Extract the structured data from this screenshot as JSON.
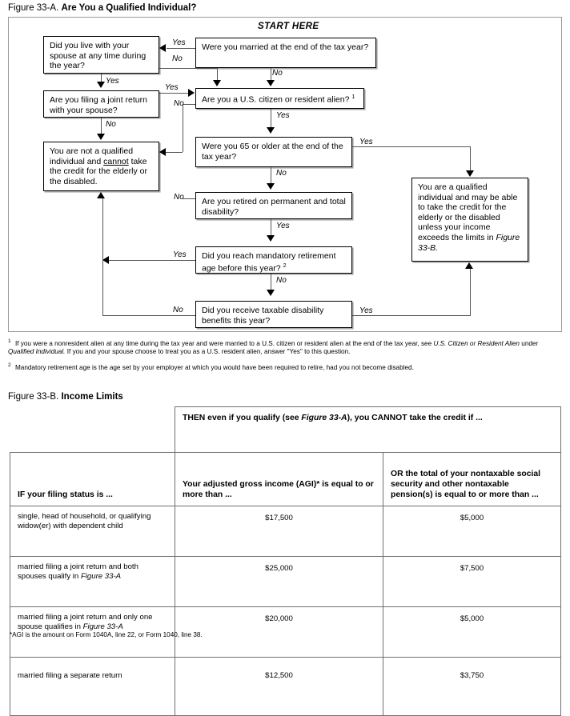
{
  "figureA": {
    "caption_lead": "Figure 33-A.",
    "caption_bold": "Are You a Qualified Individual?",
    "start_here": "START HERE",
    "boxes": {
      "married": "Were you married at the end of the tax year?",
      "lived_with_spouse": "Did you live with your spouse at any time during the year?",
      "joint_return": "Are you filing a joint return with your spouse?",
      "not_qualified_a": "You are not a qualified individual and ",
      "not_qualified_underline": "cannot",
      "not_qualified_b": " take the credit for the elderly or the disabled.",
      "citizen": "Are you a U.S. citizen or resident alien? ",
      "citizen_sup": "1",
      "age65": "Were you 65 or older at the end of the tax year?",
      "retired_disability": "Are you retired on permanent and total disability?",
      "mandatory_age": "Did you reach mandatory retirement age before this year? ",
      "mandatory_age_sup": "2",
      "taxable_benefits": "Did you receive taxable disability benefits this year?",
      "qualified_a": "You are a qualified individual and may be able to take the credit for the elderly or the disabled unless your income exceeds the limits in ",
      "qualified_italic": "Figure 33-B."
    },
    "labels": {
      "married_yes": "Yes",
      "married_no": "No",
      "lived_no": "No",
      "lived_yes": "Yes",
      "joint_yes": "Yes",
      "joint_no": "No",
      "citizen_no": "No",
      "citizen_yes": "Yes",
      "age65_yes": "Yes",
      "age65_no": "No",
      "retired_no": "No",
      "retired_yes": "Yes",
      "mandatory_yes": "Yes",
      "mandatory_no": "No",
      "benefits_no": "No",
      "benefits_yes": "Yes"
    },
    "footnotes": [
      {
        "marker": "1",
        "parts": [
          {
            "t": "If you were a nonresident alien at any time during the tax year and were married to a U.S. citizen or resident alien at the end of the tax year, see ",
            "i": false
          },
          {
            "t": "U.S. Citizen or Resident Alien",
            "i": true
          },
          {
            "t": " under ",
            "i": false
          },
          {
            "t": "Qualified Individual.",
            "i": true
          },
          {
            "t": " If you and your spouse choose to treat you as a U.S. resident alien, answer \"Yes\" to this question.",
            "i": false
          }
        ]
      },
      {
        "marker": "2",
        "parts": [
          {
            "t": "Mandatory retirement age is the age set by your employer at which you would have been required to retire, had you not become disabled.",
            "i": false
          }
        ]
      }
    ]
  },
  "figureB": {
    "caption_lead": "Figure 33-B.",
    "caption_bold": "Income Limits",
    "header_then": {
      "pre": "THEN even if you qualify (see ",
      "italic": "Figure 33-A",
      "post": "), you CANNOT take the credit if ..."
    },
    "col_filing_status": "IF your filing status is ...",
    "col_agi": "Your adjusted gross income (AGI)* is equal to or more than ...",
    "col_nontaxable": "OR the total of your nontaxable social security and other nontaxable pension(s) is equal to or more than ...",
    "rows": [
      {
        "status": "single, head of household, or qualifying widow(er) with dependent child",
        "status_italic": "",
        "agi": "$17,500",
        "nontaxable": "$5,000"
      },
      {
        "status": "married filing a joint return and both spouses qualify in ",
        "status_italic": "Figure 33-A",
        "agi": "$25,000",
        "nontaxable": "$7,500"
      },
      {
        "status": "married filing a joint return and only one spouse qualifies in ",
        "status_italic": "Figure 33-A",
        "agi": "$20,000",
        "nontaxable": "$5,000"
      },
      {
        "status": "married filing a separate return",
        "status_italic": "",
        "agi": "$12,500",
        "nontaxable": "$3,750"
      }
    ],
    "agi_footnote": "*AGI is the amount on Form 1040A, line 22, or Form 1040, line 38."
  }
}
